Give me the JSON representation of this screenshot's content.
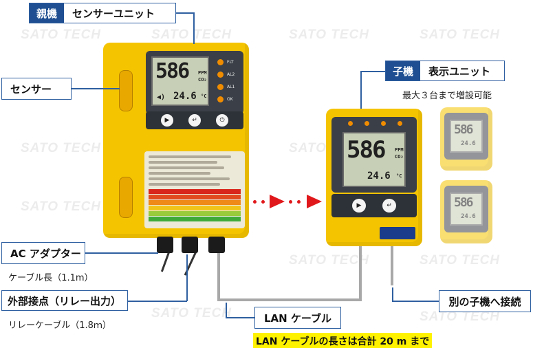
{
  "watermark": "SATO TECH",
  "parent": {
    "tag": "親機",
    "name": "センサーユニット"
  },
  "sensor_label": "センサー",
  "child": {
    "tag": "子機",
    "name": "表示ユニット",
    "note": "最大３台まで増設可能"
  },
  "ac_adapter": {
    "label": "AC アダプター",
    "sub": "ケーブル長（1.1m）"
  },
  "relay": {
    "label": "外部接点（リレー出力）",
    "sub": "リレーケーブル（1.8ｍ）"
  },
  "lan": {
    "label": "LAN ケーブル",
    "note": "LAN ケーブルの長さは合計 20 m まで"
  },
  "other_child": "別の子機へ接続",
  "display": {
    "value": "586",
    "unit": "PPM",
    "gas": "CO₂",
    "temp": "24.6",
    "temp_unit": "°C"
  },
  "leds": [
    "FLT",
    "AL2",
    "AL1",
    "OK"
  ],
  "colors": {
    "unit_yellow": "#f5c400",
    "callout_blue": "#1f4f92",
    "arrow_red": "#e0181b"
  }
}
